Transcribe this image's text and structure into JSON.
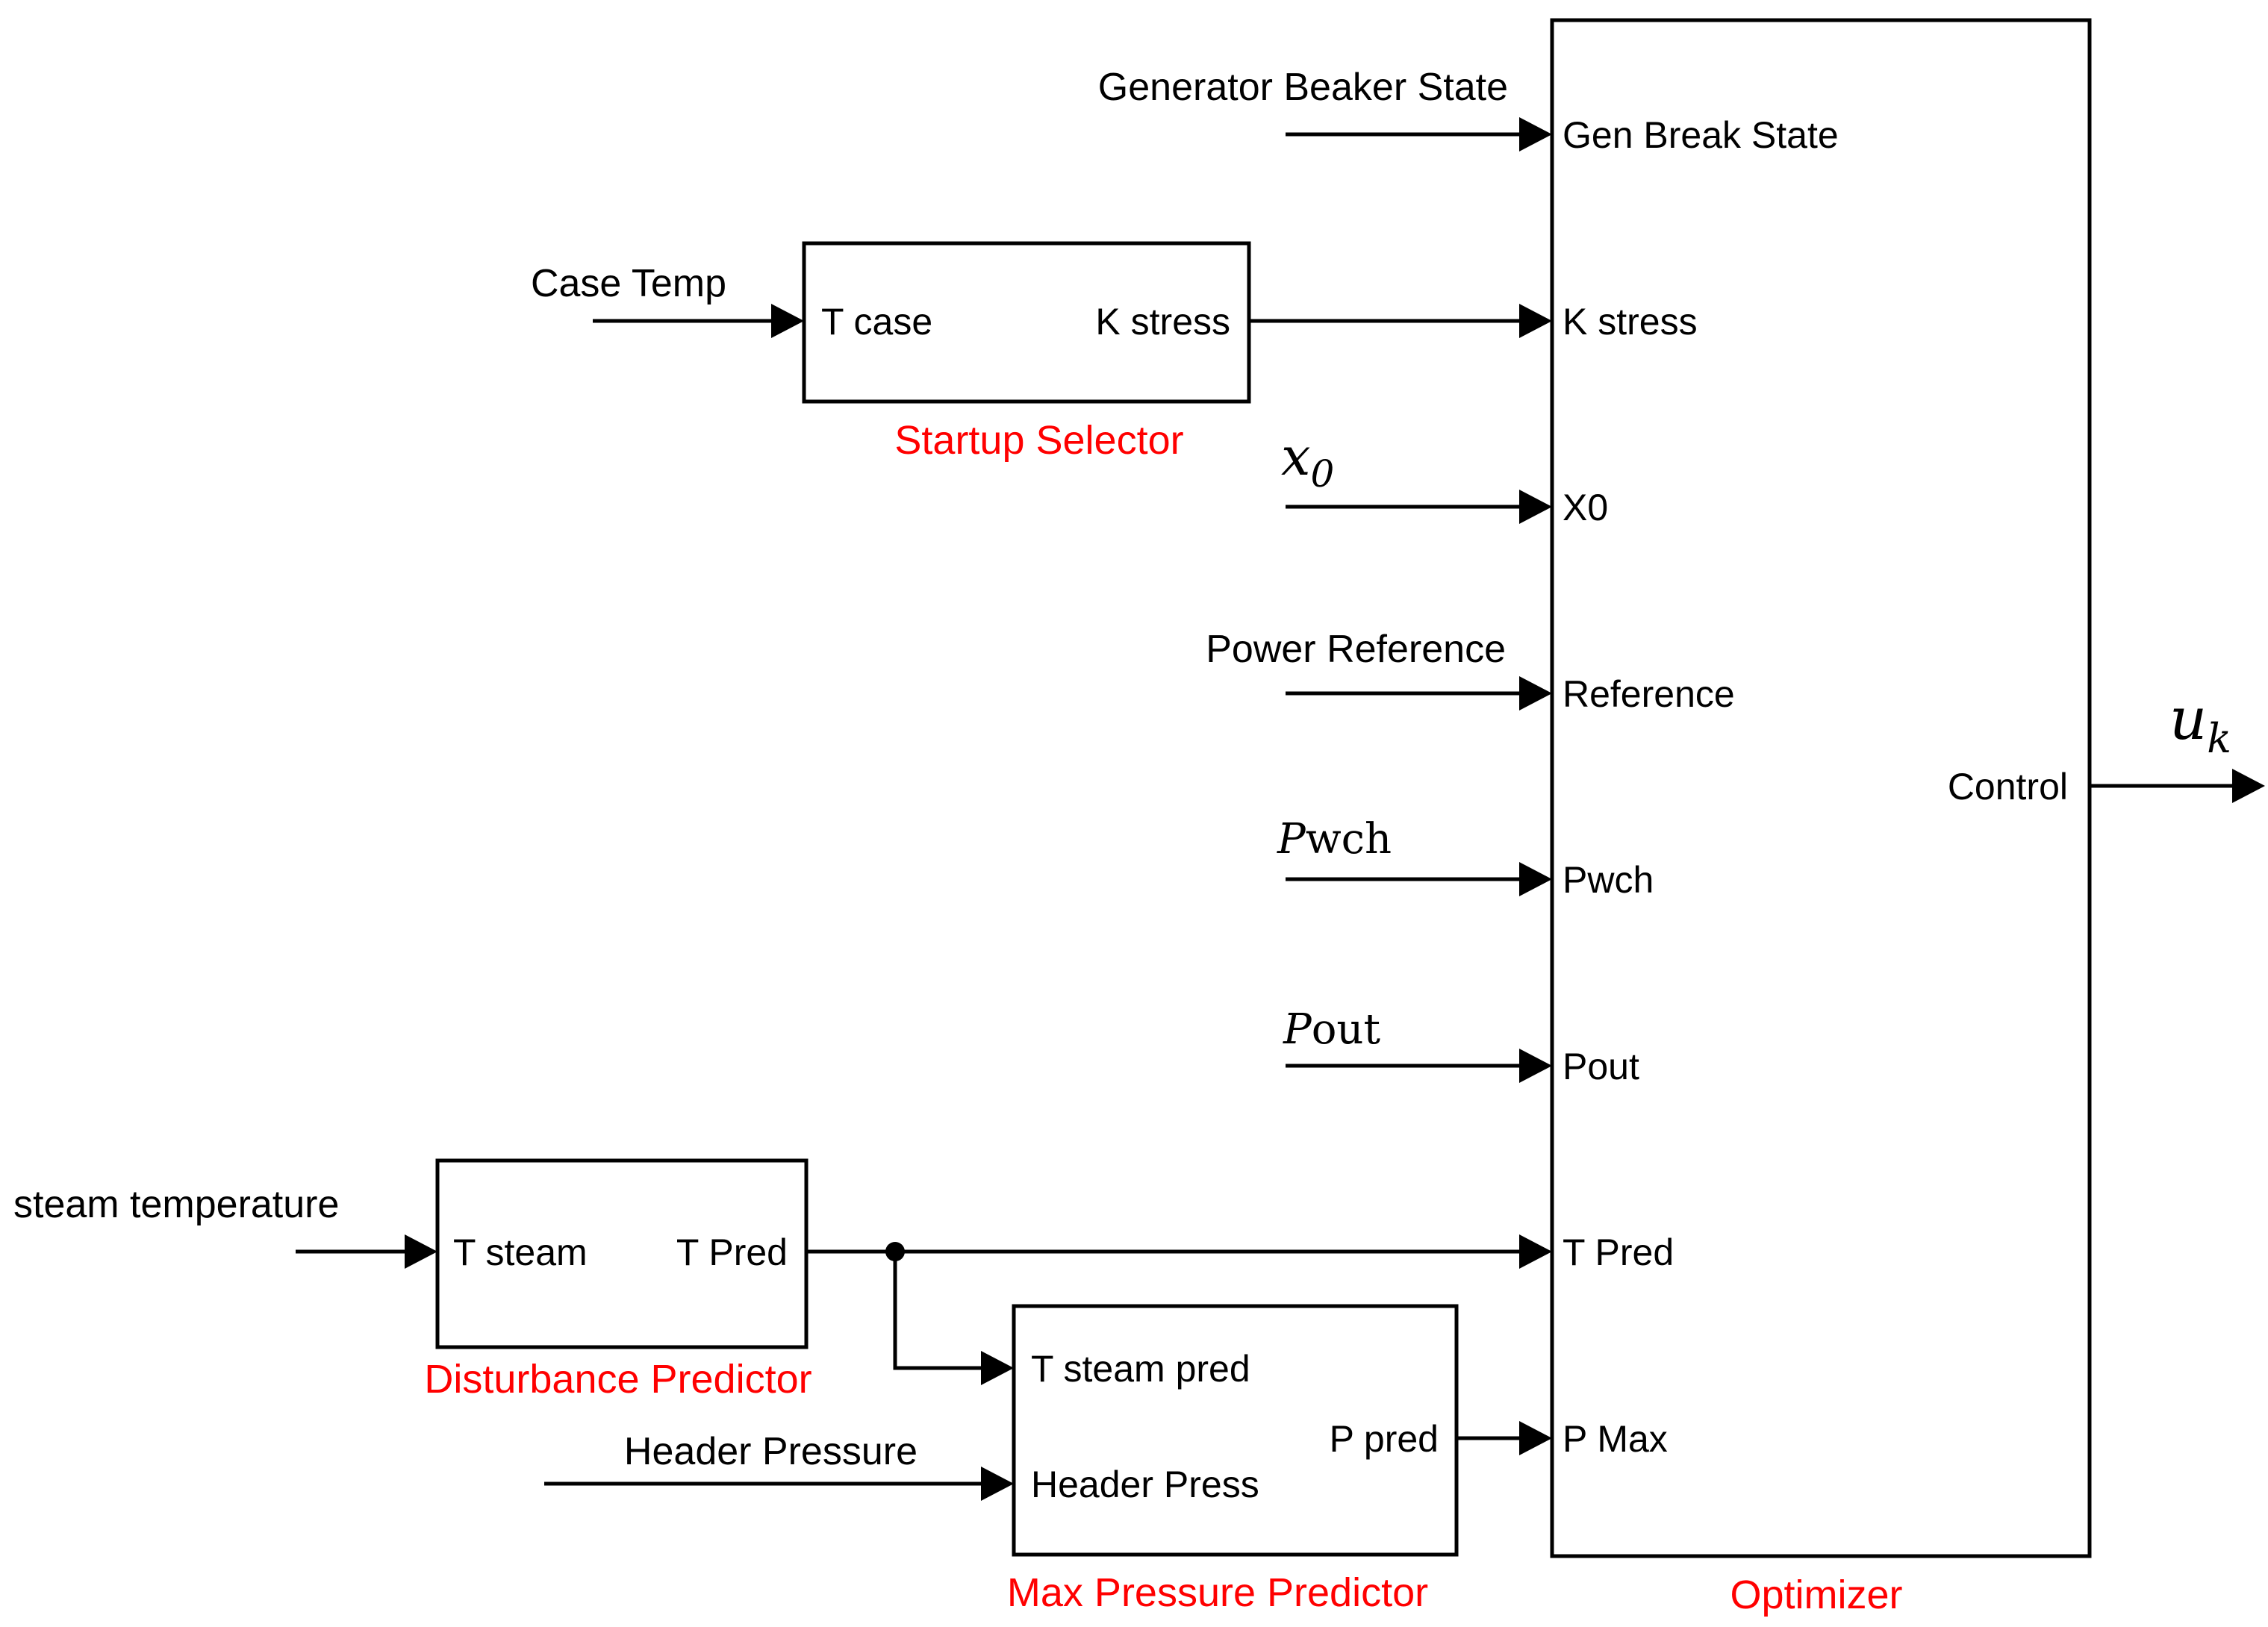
{
  "inputs": {
    "generator_breaker": "Generator Beaker State",
    "case_temp": "Case Temp",
    "x0_symbol": "x",
    "x0_subscript": "0",
    "power_reference": "Power Reference",
    "pwch_italic": "P",
    "pwch_rest": "wch",
    "pout_italic": "P",
    "pout_rest": "out",
    "steam_temperature": "steam temperature",
    "header_pressure": "Header Pressure"
  },
  "blocks": {
    "startup_selector": {
      "title": "Startup Selector",
      "in_port": "T case",
      "out_port": "K stress"
    },
    "disturbance_predictor": {
      "title": "Disturbance Predictor",
      "in_port": "T steam",
      "out_port": "T Pred"
    },
    "max_pressure_predictor": {
      "title": "Max Pressure Predictor",
      "in_port_1": "T steam pred",
      "in_port_2": "Header Press",
      "out_port": "P pred"
    },
    "optimizer": {
      "title": "Optimizer",
      "ports": [
        "Gen Break State",
        "K stress",
        "X0",
        "Reference",
        "Pwch",
        "Pout",
        "T Pred",
        "P Max"
      ],
      "out_port": "Control"
    }
  },
  "output": {
    "symbol": "u",
    "subscript": "k"
  },
  "colors": {
    "block_title": "#ff0000",
    "lines": "#000000"
  }
}
